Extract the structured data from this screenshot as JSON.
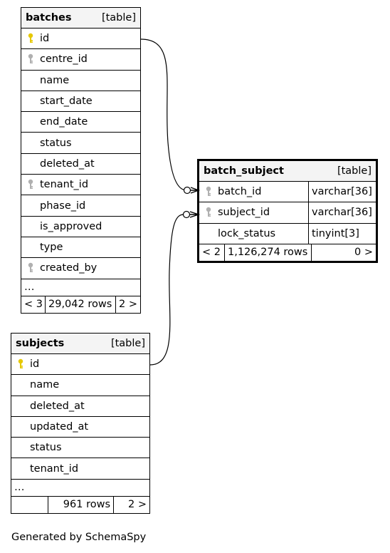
{
  "tables": {
    "batches": {
      "name": "batches",
      "kind": "[table]",
      "columns": [
        {
          "name": "id",
          "key": "primary"
        },
        {
          "name": "centre_id",
          "key": "foreign"
        },
        {
          "name": "name",
          "key": ""
        },
        {
          "name": "start_date",
          "key": ""
        },
        {
          "name": "end_date",
          "key": ""
        },
        {
          "name": "status",
          "key": ""
        },
        {
          "name": "deleted_at",
          "key": ""
        },
        {
          "name": "tenant_id",
          "key": "foreign"
        },
        {
          "name": "phase_id",
          "key": ""
        },
        {
          "name": "is_approved",
          "key": ""
        },
        {
          "name": "type",
          "key": ""
        },
        {
          "name": "created_by",
          "key": "foreign"
        }
      ],
      "ellipsis": "…",
      "footer": {
        "left": "< 3",
        "rows": "29,042 rows",
        "right": "2 >"
      }
    },
    "batch_subject": {
      "name": "batch_subject",
      "kind": "[table]",
      "columns": [
        {
          "name": "batch_id",
          "key": "foreign",
          "type": "varchar[36]"
        },
        {
          "name": "subject_id",
          "key": "foreign",
          "type": "varchar[36]"
        },
        {
          "name": "lock_status",
          "key": "",
          "type": "tinyint[3]"
        }
      ],
      "footer": {
        "left": "< 2",
        "rows": "1,126,274 rows",
        "right": "0 >"
      }
    },
    "subjects": {
      "name": "subjects",
      "kind": "[table]",
      "columns": [
        {
          "name": "id",
          "key": "primary"
        },
        {
          "name": "name",
          "key": ""
        },
        {
          "name": "deleted_at",
          "key": ""
        },
        {
          "name": "updated_at",
          "key": ""
        },
        {
          "name": "status",
          "key": ""
        },
        {
          "name": "tenant_id",
          "key": ""
        }
      ],
      "ellipsis": "…",
      "footer": {
        "left": "",
        "rows": "961 rows",
        "right": "2 >"
      }
    }
  },
  "icons": {
    "primary_key": "key-icon-gold",
    "foreign_key": "key-icon-gray"
  },
  "colors": {
    "primary_key": "#e6c800",
    "foreign_key": "#b0b0b0",
    "header_bg": "#f4f4f4"
  },
  "credit": "Generated by SchemaSpy"
}
